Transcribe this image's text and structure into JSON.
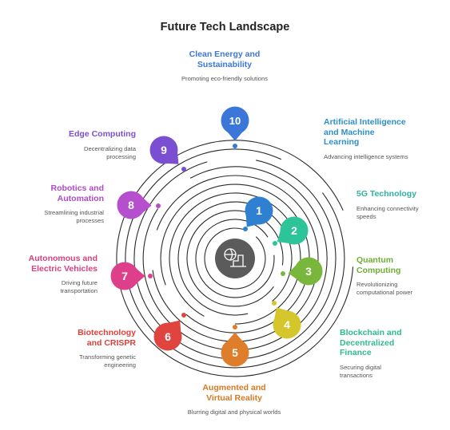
{
  "title": "Future Tech Landscape",
  "center_icon": "globe-and-city-icon",
  "items": [
    {
      "num": "1",
      "title": "Artificial Intelligence and Machine Learning",
      "desc": "Advancing intelligence systems",
      "color": "#2f80d1"
    },
    {
      "num": "2",
      "title": "5G Technology",
      "desc": "Enhancing connectivity speeds",
      "color": "#2ec49a"
    },
    {
      "num": "3",
      "title": "Quantum Computing",
      "desc": "Revolutionizing computational power",
      "color": "#79b73c"
    },
    {
      "num": "4",
      "title": "Blockchain and Decentralized Finance",
      "desc": "Securing digital transactions",
      "color": "#d4c62b"
    },
    {
      "num": "5",
      "title": "Augmented and Virtual Reality",
      "desc": "Blurring digital and physical worlds",
      "color": "#de7d2a"
    },
    {
      "num": "6",
      "title": "Biotechnology and CRISPR",
      "desc": "Transforming genetic engineering",
      "color": "#e0443f"
    },
    {
      "num": "7",
      "title": "Autonomous and Electric Vehicles",
      "desc": "Driving future transportation",
      "color": "#dd3f8a"
    },
    {
      "num": "8",
      "title": "Robotics and Automation",
      "desc": "Streamlining industrial processes",
      "color": "#b64fce"
    },
    {
      "num": "9",
      "title": "Edge Computing",
      "desc": "Decentralizing data processing",
      "color": "#7a4fd1"
    },
    {
      "num": "10",
      "title": "Clean Energy and Sustainability",
      "desc": "Promoting eco-friendly solutions",
      "color": "#3a77d8"
    }
  ]
}
